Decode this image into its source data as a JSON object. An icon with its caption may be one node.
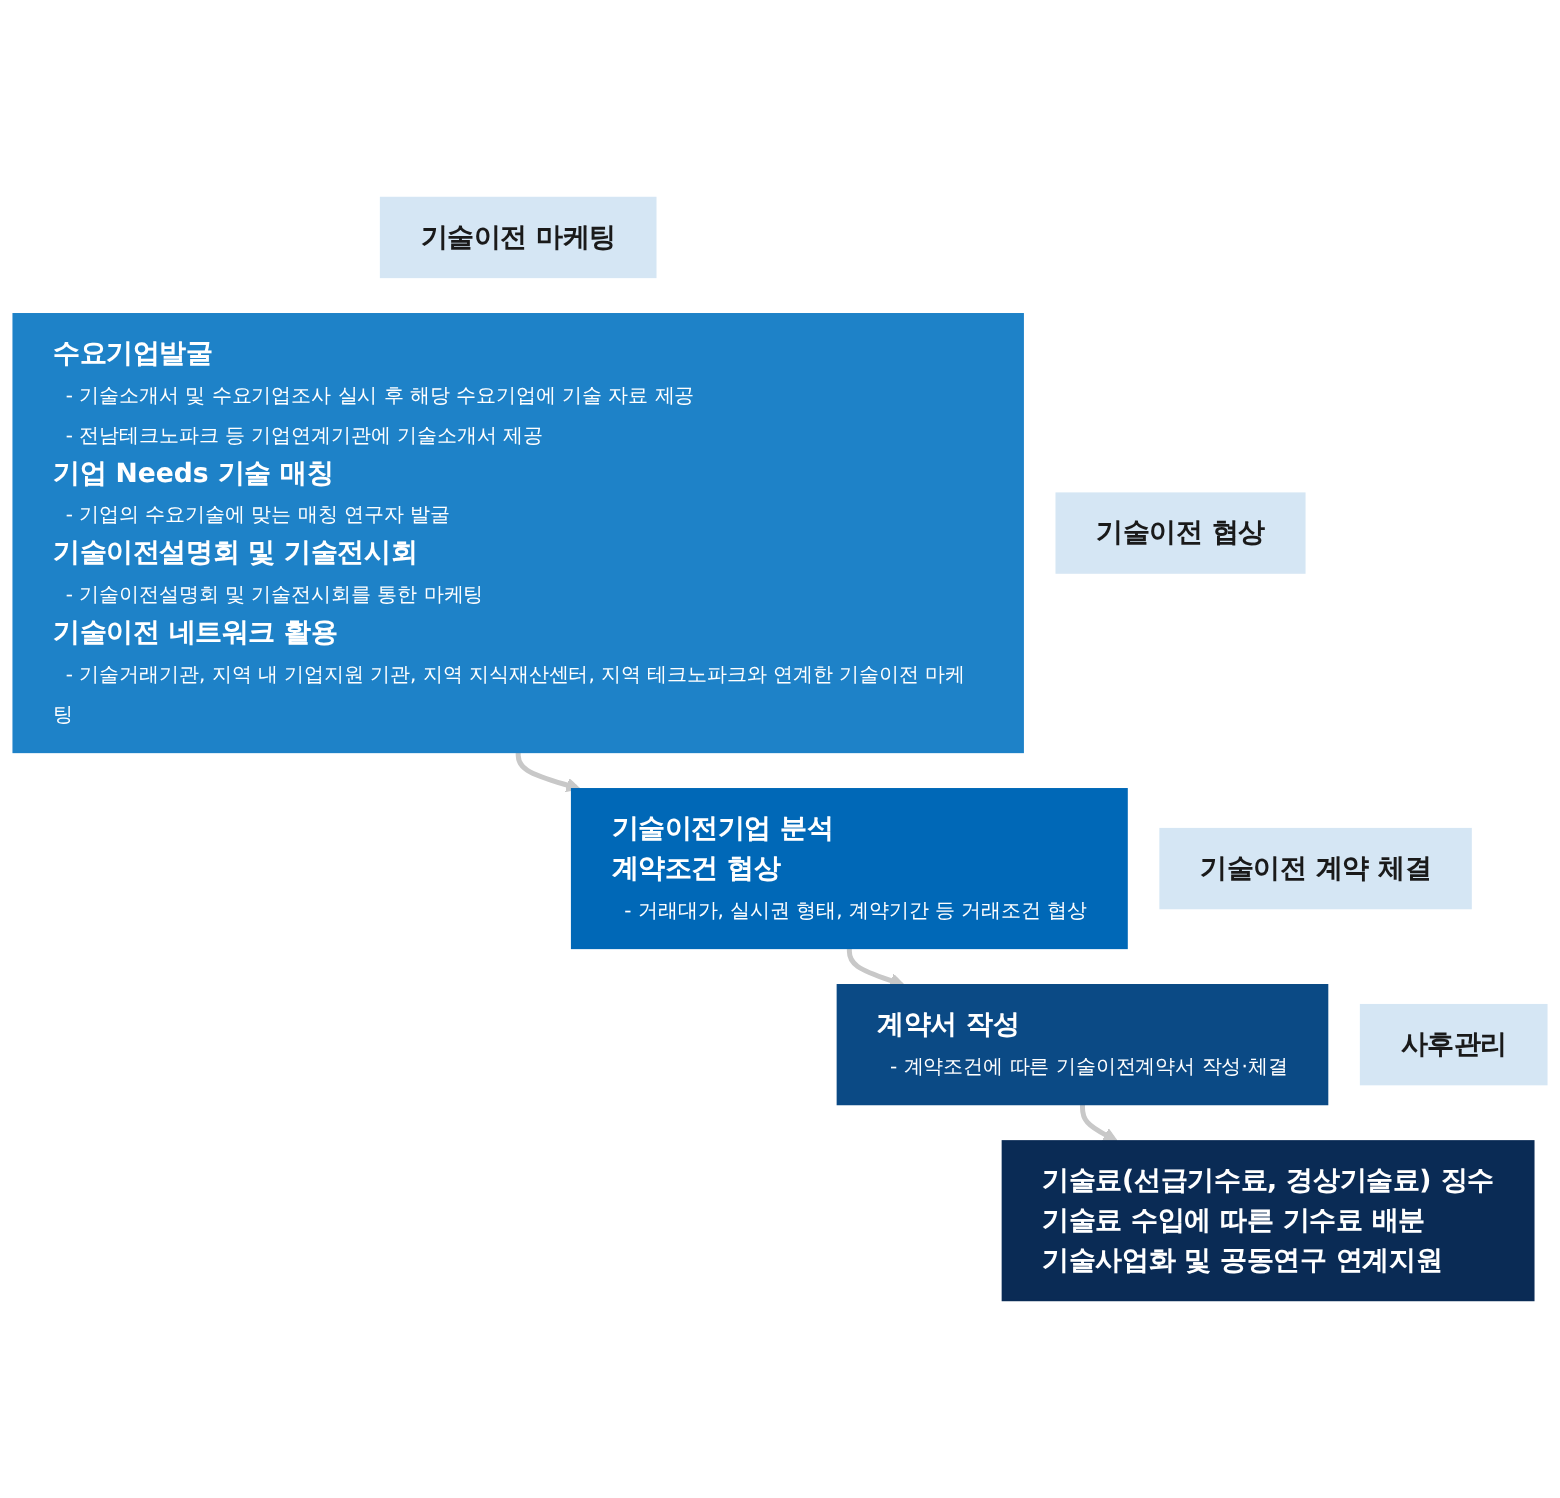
{
  "diagram": {
    "nodes": [
      {
        "text": [
          "기술이전 마케팅"
        ]
      },
      {
        "text": [
          "수요기업발굴",
          "- 기술소개서 및 수요기업조사 실시 후 해당 수요기업에 기술 자료 제공",
          "- 전남테크노파크 등 기업연계기관에 기술소개서 제공",
          "기업 Needs 기술 매칭",
          "- 기업의 수요기술에 맞는 매칭 연구자 발굴",
          "기술이전설명회 및 기술전시회",
          "- 기술이전설명회 및 기술전시회를 통한 마케팅",
          "기술이전 네트워크 활용",
          "- 기술거래기관, 지역 내 기업지원 기관, 지역 지식재산센터, 지역 테크노파크와 연계한 기술이전 마케팅"
        ]
      },
      {
        "text": [
          "기술이전 협상"
        ]
      },
      {
        "text": [
          "기술이전기업 분석",
          "계약조건 협상",
          "- 거래대가, 실시권 형태, 계약기간 등 거래조건 협상"
        ]
      },
      {
        "text": [
          "기술이전 계약 체결"
        ]
      },
      {
        "text": [
          "계약서 작성",
          "- 계약조건에 따른 기술이전계약서 작성·체결"
        ]
      },
      {
        "text": [
          "사후관리"
        ]
      },
      {
        "text": [
          "기술료(선급기수료, 경상기술료) 징수",
          "기술료 수입에 따른 기수료 배분",
          "기술사업화 및 공동연구 연계지원"
        ]
      }
    ],
    "edges": [
      {
        "from": 1,
        "to": 3,
        "arrow": "to"
      },
      {
        "from": 3,
        "to": 5,
        "arrow": "to"
      },
      {
        "from": 5,
        "to": 7,
        "arrow": "to"
      }
    ]
  }
}
